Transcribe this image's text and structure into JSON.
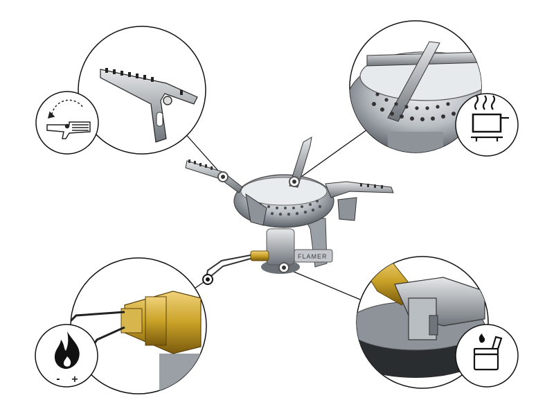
{
  "product": {
    "brand_engraving": "FLAMER"
  },
  "callouts": [
    {
      "id": "pot-support-arm",
      "icon": "folding-arm-icon"
    },
    {
      "id": "burner-head",
      "icon": "cooking-pot-icon"
    },
    {
      "id": "flame-control",
      "icon": "flame-icon",
      "minus_label": "-",
      "plus_label": "+"
    },
    {
      "id": "piezo-igniter",
      "icon": "lighter-icon"
    }
  ],
  "colors": {
    "steel": "#9aa0a6",
    "steel_dark": "#4a4f55",
    "brass": "#c9a227",
    "brass_dark": "#8a6a12",
    "outline": "#111111"
  }
}
